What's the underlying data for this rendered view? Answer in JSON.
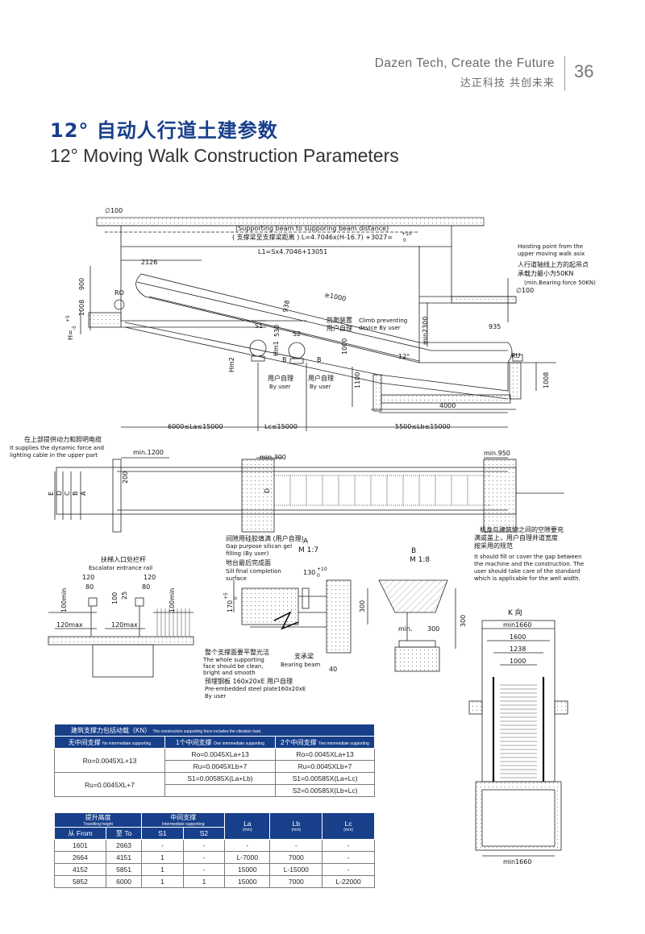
{
  "header": {
    "en": "Dazen Tech, Create the Future",
    "cn": "达正科技  共创未来",
    "page": "36"
  },
  "title": {
    "cn": "12° 自动人行道土建参数",
    "en": "12° Moving Walk Construction Parameters"
  },
  "elev": {
    "d100": "∅100",
    "dist1": "(Supporting beam to supporing beam distance)",
    "dist2": "( 支撑梁至支撑梁距离 ) L=4.7046x(H-16.7) +3027=",
    "tol": "+10",
    "tol0": "0",
    "l1": "L1=Sx4.7046+13051",
    "d2126": "2126",
    "d900": "900",
    "d1008": "1008",
    "ro": "RO",
    "hplus": "H=",
    "hp5": "+5",
    "hm5": "-5",
    "d938": "938",
    "ge1000": "≥1000",
    "s1": "S1",
    "s2": "S2",
    "d530": "530",
    "hm2": "Hm2",
    "hm1": "Hm1",
    "d1000": "1000",
    "b": "B",
    "climb_cn": "防爬装置",
    "climb_cn2": "用户自理",
    "climb_en": "Climb preventing",
    "climb_en2": "device By user",
    "min2300": "min2300",
    "d935": "935",
    "deg12": "12°",
    "d4000": "4000",
    "hoist1": "Hoisting point from the",
    "hoist2": "upper moving walk asix",
    "hoist3": "人行道轴线上方的起吊点",
    "hoist4": "承载力最小为50KN",
    "hoist5": "(min.Bearing force 50KN)",
    "ru": "RU",
    "d1100": "1100",
    "byuser_cn": "用户自理",
    "byuser_en": "By user",
    "la": "6000≤La≤15000",
    "lc": "Lc≤15000",
    "lb": "5500≤Lb≤15000"
  },
  "plan": {
    "power_cn": "在上部提供动力和照明电缆",
    "power_en1": "It supplies the dynamic force and",
    "power_en2": "lighting cable in the upper part",
    "min1200": "min.1200",
    "min300": "min.300",
    "min950": "min.950",
    "e": "E",
    "d": "D",
    "c": "C",
    "b": "B",
    "a": "A",
    "d200": "200",
    "dd": "D",
    "gap_cn": "间隙用硅胶填满  (用户自理)",
    "gap_en1": "Gap purpose silican gel",
    "gap_en2": "filling (By user)",
    "fill_cn": "机身与建筑物之间的空隙要充",
    "fill_cn2": "满或盖上，用户自理井道宽度",
    "fill_cn3": "按采用的规范",
    "fill_en1": "It should fill or cover the gap between",
    "fill_en2": "the machine and the construction. The",
    "fill_en3": "user should take care of the standard",
    "fill_en4": "which is applicable for the well width."
  },
  "details": {
    "rail_cn": "扶梯入口处栏杆",
    "rail_en": "Escalator entrance rail",
    "d120": "120",
    "d120b": "120",
    "d80": "80",
    "d80b": "80",
    "d100min": "100min",
    "d100minb": "100min",
    "d100": "100",
    "d25": "25",
    "max120": "120max",
    "max120b": "120max",
    "a_title": "A",
    "a_scale": "M 1:7",
    "sill_cn": "地台最后完成面",
    "sill_en1": "Sill final completion",
    "sill_en2": "surface",
    "d130": "130",
    "d130t": "+10",
    "d130b": "0",
    "d170": "170",
    "d170t": "+5",
    "d170b": "0",
    "d300": "300",
    "support_cn": "整个支撑面要平整光洁",
    "support_en1": "The whole supporting",
    "support_en2": "face should be clean,",
    "support_en3": "bright and smooth",
    "beam_cn": "支承梁",
    "beam_en": "Bearing beam",
    "d40": "40",
    "plate_cn": "预埋钢板 160x20xE 用户自理",
    "plate_en1": "Pre-embedded steel plate160x20xE",
    "plate_en2": "By user",
    "b_title": "B",
    "b_scale": "M 1:8",
    "min": "min.",
    "d300b": "300",
    "d300c": "300"
  },
  "kview": {
    "title": "K 向",
    "min1660": "min1660",
    "d1600": "1600",
    "d1238": "1238",
    "d1000": "1000",
    "min1660b": "min1660"
  },
  "table1": {
    "title_cn": "建筑支撑力包括动载（KN）",
    "title_en": "The construction supporting force includes the vibration load.",
    "h1_cn": "无中间支撑",
    "h1_en": "No intermediate supporting",
    "h2_cn": "1个中间支撑",
    "h2_en": "One intermediate supporting",
    "h3_cn": "2个中间支撑",
    "h3_en": "Two intermediate supporting",
    "r1c1": "Ro=0.0045XL+13",
    "r1c2a": "Ro=0.0045XLa+13",
    "r1c2b": "Ru=0.0045XLb+7",
    "r1c3a": "Ro=0.0045XLa+13",
    "r1c3b": "Ru=0.0045XLb+7",
    "r2c1": "Ru=0.0045XL+7",
    "r2c2": "S1=0.00585X(La+Lb)",
    "r2c3a": "S1=0.00585X(La+Lc)",
    "r2c3b": "S2=0.00585X(Lb+Lc)"
  },
  "table2": {
    "h_height_cn": "提升高度",
    "h_height_en": "Travelling height",
    "h_mid_cn": "中间支撑",
    "h_mid_en": "Intermediate supporting",
    "h_la": "La",
    "h_lb": "Lb",
    "h_lc": "Lc",
    "h_mm": "(mm)",
    "h_from": "从 From",
    "h_to": "至 To",
    "h_s1": "S1",
    "h_s2": "S2",
    "rows": [
      [
        "1601",
        "2663",
        "-",
        "-",
        "-",
        "-",
        "-"
      ],
      [
        "2664",
        "4151",
        "1",
        "-",
        "L-7000",
        "7000",
        "-"
      ],
      [
        "4152",
        "5851",
        "1",
        "-",
        "15000",
        "L-15000",
        "-"
      ],
      [
        "5852",
        "6000",
        "1",
        "1",
        "15000",
        "7000",
        "L-22000"
      ]
    ]
  }
}
